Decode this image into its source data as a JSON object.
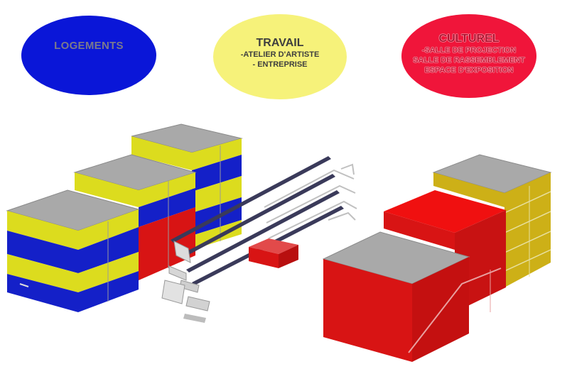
{
  "programs": {
    "logements": {
      "title": "LOGEMENTS",
      "color": "#0a16d8"
    },
    "travail": {
      "title": "TRAVAIL",
      "color": "#f6f27a",
      "items": [
        "-ATELIER D'ARTISTE",
        "- ENTREPRISE"
      ]
    },
    "culturel": {
      "title": "CULTUREL",
      "color": "#f0153a",
      "items": [
        "-SALLE DE PROJECTION",
        "SALLE DE RASSEMBLEMENT",
        "ESPACE D'EXPOSITION"
      ]
    }
  },
  "palette": {
    "blue": "#1420c8",
    "yellow": "#dcdc1e",
    "red": "#d81414",
    "roof": "#a7a7a7",
    "ochre": "#cdb017"
  }
}
